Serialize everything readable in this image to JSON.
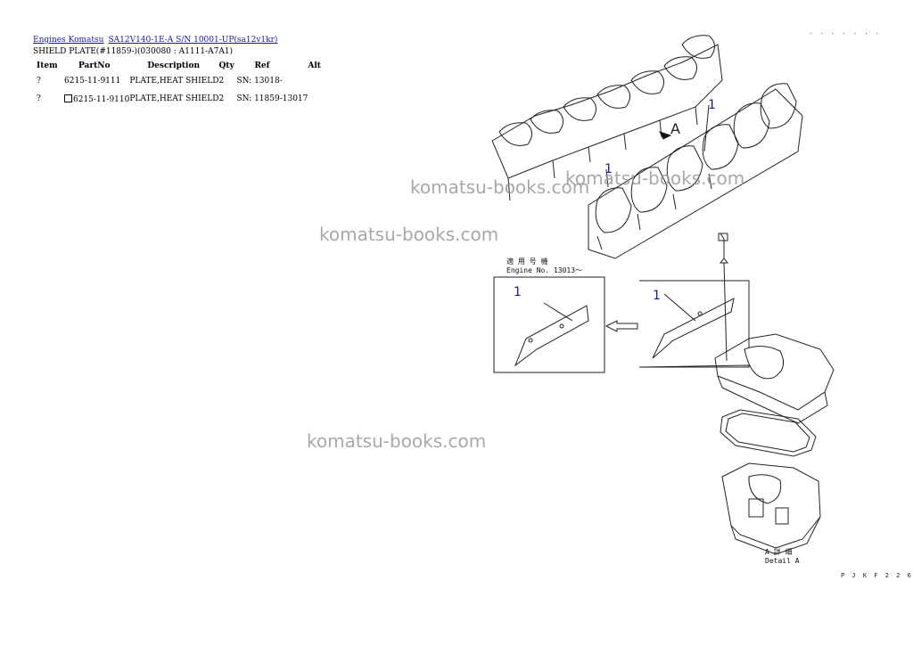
{
  "breadcrumb": {
    "link1": "Engines Komatsu",
    "link2": "SA12V140-1E-A S/N 10001-UP(sa12v1kr)"
  },
  "subtitle": "SHIELD PLATE(#11859-)(030080 : A1111-A7A1)",
  "table": {
    "headers": [
      "Item",
      "PartNo",
      "Description",
      "Qty",
      "Ref",
      "Alt"
    ],
    "rows": [
      {
        "item": "?",
        "part": "6215-11-9111",
        "desc": "PLATE,HEAT SHIELD",
        "qty": "2",
        "ref": "SN: 13018-",
        "alt": "",
        "boxed": false
      },
      {
        "item": "?",
        "part": "6215-11-9110",
        "desc": "PLATE,HEAT SHIELD",
        "qty": "2",
        "ref": "SN: 11859-13017",
        "alt": "",
        "boxed": true
      }
    ]
  },
  "watermarks": {
    "w1": "komatsu-books.com",
    "w2": "komatsu-books.com",
    "w3": "komatsu-books.com",
    "w4": "komatsu-books.com"
  },
  "diagram": {
    "callout_a": "A",
    "callout_1": "1",
    "applicable_jp": "適 用 号 機",
    "engine_no": "Engine No. 13013～",
    "detail_jp": "A 詳 細",
    "detail_en": "Detail A"
  },
  "codes": {
    "top_right": "· · · · · · ·",
    "bottom_right": "P J K F 2 2 6"
  }
}
